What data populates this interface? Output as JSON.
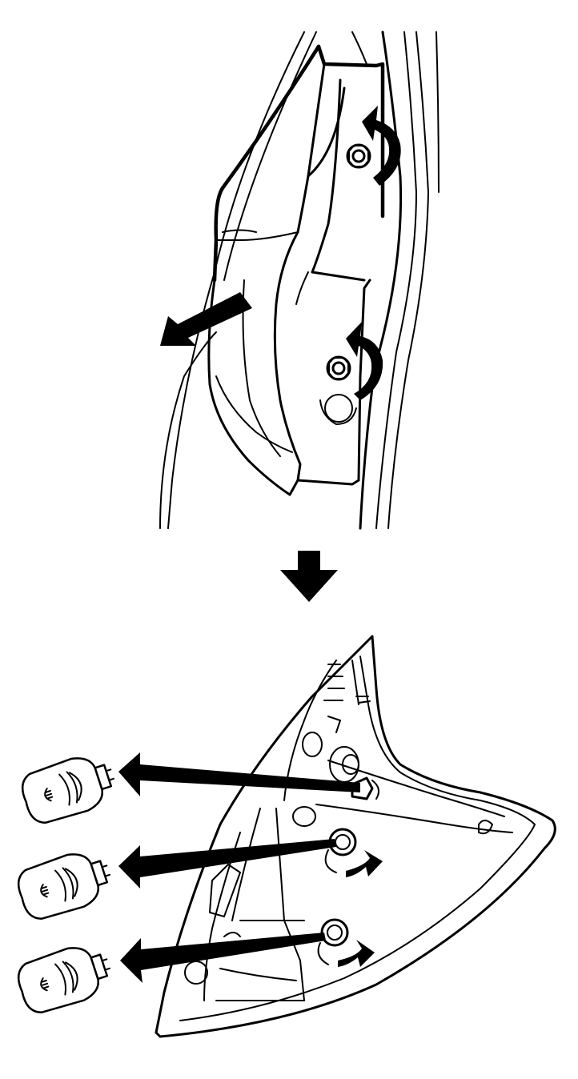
{
  "diagram": {
    "panels": [
      {
        "id": "housing-removal",
        "actions": [
          "unscrew-nut-upper",
          "unscrew-nut-lower",
          "pull-lamp-out"
        ]
      },
      {
        "id": "bulb-replacement",
        "actions": [
          "remove-bulb-upper",
          "twist-socket-middle",
          "twist-socket-lower"
        ]
      }
    ],
    "bulb_count": 3,
    "colors": {
      "ink": "#000000",
      "paper": "#ffffff"
    },
    "icons": [
      "curved-arrow-icon",
      "straight-arrow-icon",
      "down-arrow-icon",
      "bulb-icon",
      "nut-icon"
    ]
  }
}
